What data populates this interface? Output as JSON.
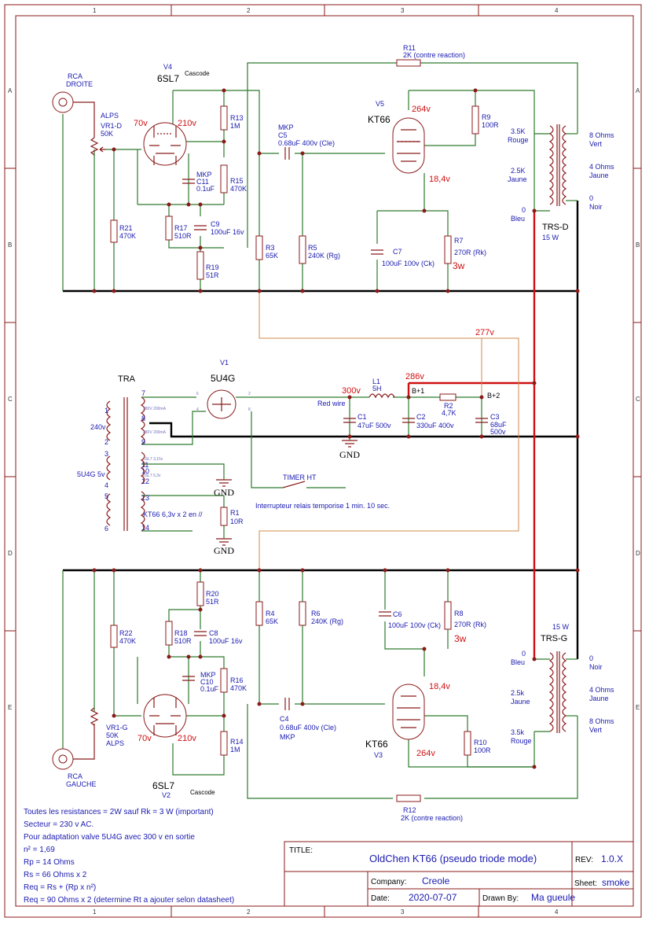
{
  "grid": {
    "cols": [
      "1",
      "2",
      "3",
      "4"
    ],
    "rows": [
      "A",
      "B",
      "C",
      "D",
      "E"
    ]
  },
  "top": {
    "rca_label1": "RCA",
    "rca_label2": "DROITE",
    "alps": "ALPS",
    "vr": "VR1-D",
    "vr_val": "50K",
    "v4": "V4",
    "v4_type": "6SL7",
    "cascode": "Cascode",
    "v70": "70v",
    "v210": "210v",
    "r13": "R13",
    "r13_val": "1M",
    "r15": "R15",
    "r15_val": "470K",
    "mkp": "MKP",
    "c11": "C11",
    "c11_val": "0.1uF",
    "r21": "R21",
    "r21_val": "470K",
    "r17": "R17",
    "r17_val": "510R",
    "c9": "C9",
    "c9_val": "100uF 16v",
    "r19": "R19",
    "r19_val": "51R",
    "r3": "R3",
    "r3_val": "65K",
    "mkp2": "MKP",
    "c5": "C5",
    "c5_val": "0.68uF 400v (Cle)",
    "r5": "R5",
    "r5_val": "240K (Rg)",
    "r11": "R11",
    "r11_val": "2K (contre reaction)",
    "v5": "V5",
    "v5_type": "KT66",
    "v264": "264v",
    "v184": "18,4v",
    "r9": "R9",
    "r9_val": "100R",
    "c7": "C7",
    "c7_val": "100uF 100v (Ck)",
    "r7": "R7",
    "r7_val": "270R (Rk)",
    "w3": "3w",
    "k35": "3.5K",
    "rouge": "Rouge",
    "k25": "2.5K",
    "jaune": "Jaune",
    "zero": "0",
    "bleu": "Bleu",
    "o8": "8 Ohms",
    "vert": "Vert",
    "o4": "4 Ohms",
    "jaune2": "Jaune",
    "zero2": "0",
    "noir": "Noir",
    "trs": "TRS-D",
    "w15": "15 W"
  },
  "psu": {
    "v277": "277v",
    "v286": "286v",
    "v300": "300v",
    "tra": "TRA",
    "v1": "V1",
    "v1_type": "5U4G",
    "p1": "1",
    "p2": "2",
    "p3": "3",
    "p4": "4",
    "p5": "5",
    "p6": "6",
    "s7": "7",
    "s8": "8",
    "s9": "9",
    "s10": "10",
    "s11": "11",
    "s12": "12",
    "s13": "13",
    "s14": "14",
    "v240": "240v",
    "u5v": "5U4G 5v",
    "kt_heat": "KT66 6,3v x 2 en //",
    "sec1": "280V 200mA",
    "sec2": "280V 200mA",
    "fil1": "6SL7 3,15v",
    "fil2": "6SL7 6,3v",
    "tp6": "6",
    "tp2": "2",
    "tp4": "4",
    "tp8": "8",
    "red_wire": "Red wire",
    "l1": "L1",
    "l1_val": "5H",
    "bp1": "B+1",
    "bp2": "B+2",
    "r2": "R2",
    "r2_val": "4,7K",
    "c1": "C1",
    "c1_val": "47uF 500v",
    "c2": "C2",
    "c2_val": "330uF 400v",
    "c3": "C3",
    "c3_val": "68uF",
    "c3_val2": "500v",
    "gnd": "GND",
    "timer": "TIMER HT",
    "interrupteur": "Interrupteur relais temporise 1 min. 10 sec.",
    "r1": "R1",
    "r1_val": "10R"
  },
  "bottom": {
    "rca_label1": "RCA",
    "rca_label2": "GAUCHE",
    "alps": "ALPS",
    "vr": "VR1-G",
    "vr_val": "50K",
    "v2": "V2",
    "v2_type": "6SL7",
    "cascode": "Cascode",
    "v70": "70v",
    "v210": "210v",
    "r20": "R20",
    "r20_val": "51R",
    "r18": "R18",
    "r18_val": "510R",
    "c8": "C8",
    "c8_val": "100uF 16v",
    "mkp": "MKP",
    "c10": "C10",
    "c10_val": "0.1uF",
    "r16": "R16",
    "r16_val": "470K",
    "r14": "R14",
    "r14_val": "1M",
    "r22": "R22",
    "r22_val": "470K",
    "r4": "R4",
    "r4_val": "65K",
    "r6": "R6",
    "r6_val": "240K (Rg)",
    "c4": "C4",
    "c4_val": "0.68uF 400v (Cle)",
    "mkp2": "MKP",
    "c6": "C6",
    "c6_val": "100uF 100v (Ck)",
    "r8": "R8",
    "r8_val": "270R (Rk)",
    "w3": "3w",
    "v3": "V3",
    "v3_type": "KT66",
    "v184": "18,4v",
    "v264": "264v",
    "r10": "R10",
    "r10_val": "100R",
    "r12": "R12",
    "r12_val": "2K (contre reaction)",
    "w15": "15 W",
    "trs": "TRS-G",
    "zero": "0",
    "bleu": "Bleu",
    "k25": "2.5k",
    "jaune": "Jaune",
    "k35": "3.5k",
    "rouge": "Rouge",
    "zero2": "0",
    "noir": "Noir",
    "o4": "4 Ohms",
    "jaune2": "Jaune",
    "o8": "8 Ohms",
    "vert": "Vert"
  },
  "notes": [
    "Toutes les resistances = 2W sauf Rk = 3 W (important)",
    "Secteur = 230 v AC.",
    "Pour adaptation valve 5U4G avec 300 v en sortie",
    "n² = 1,69",
    "Rp = 14 Ohms",
    "Rs = 66 Ohms x 2",
    "Req = Rs + (Rp x n²)",
    "Req = 90 Ohms x 2 (determine Rt a ajouter selon datasheet)"
  ],
  "title_block": {
    "title_label": "TITLE:",
    "title": "OldChen KT66  (pseudo triode mode)",
    "rev_label": "REV:",
    "rev": "1.0.X",
    "company_label": "Company:",
    "company": "Creole",
    "sheet_label": "Sheet:",
    "sheet": "smoke",
    "date_label": "Date:",
    "date": "2020-07-07",
    "drawn_label": "Drawn By:",
    "drawn": "Ma gueule"
  }
}
